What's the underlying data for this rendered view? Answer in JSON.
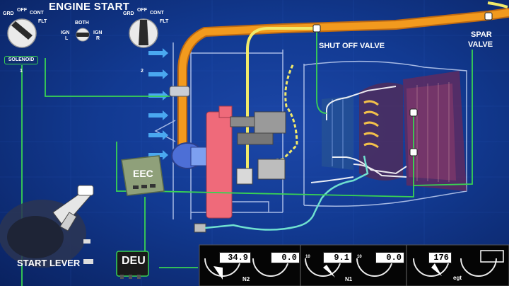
{
  "title": "ENGINE START",
  "switch_left": {
    "grd": "GRD",
    "off": "OFF",
    "cont": "CONT",
    "flt": "FLT"
  },
  "switch_right": {
    "grd": "GRD",
    "off": "OFF",
    "cont": "CONT",
    "flt": "FLT"
  },
  "ign_selector": {
    "both": "BOTH",
    "left": "IGN\nL",
    "left_top": "IGN",
    "left_bottom": "L",
    "right_top": "IGN",
    "right_bottom": "R"
  },
  "solenoid": "SOLENOID",
  "marker_1": "1",
  "marker_2": "2",
  "shut_off_valve": "SHUT OFF VALVE",
  "spar_valve_top": "SPAR",
  "spar_valve_bottom": "VALVE",
  "eec": "EEC",
  "deu": "DEU",
  "start_lever": "START LEVER",
  "gauges": {
    "n2": {
      "value": "34.9",
      "second": "0.0",
      "label": "N2"
    },
    "n1": {
      "value": "9.1",
      "second": "0.0",
      "label": "N1",
      "scale_a": "10",
      "scale_b": "10"
    },
    "egt": {
      "value": "176",
      "label": "egt"
    }
  },
  "colors": {
    "bleed_duct": "#f29a1e",
    "wire": "#39d353",
    "duct_yellow": "#f2ea6a",
    "fuel_cyan": "#6fe0d0",
    "starter": "#ef6a7a"
  }
}
